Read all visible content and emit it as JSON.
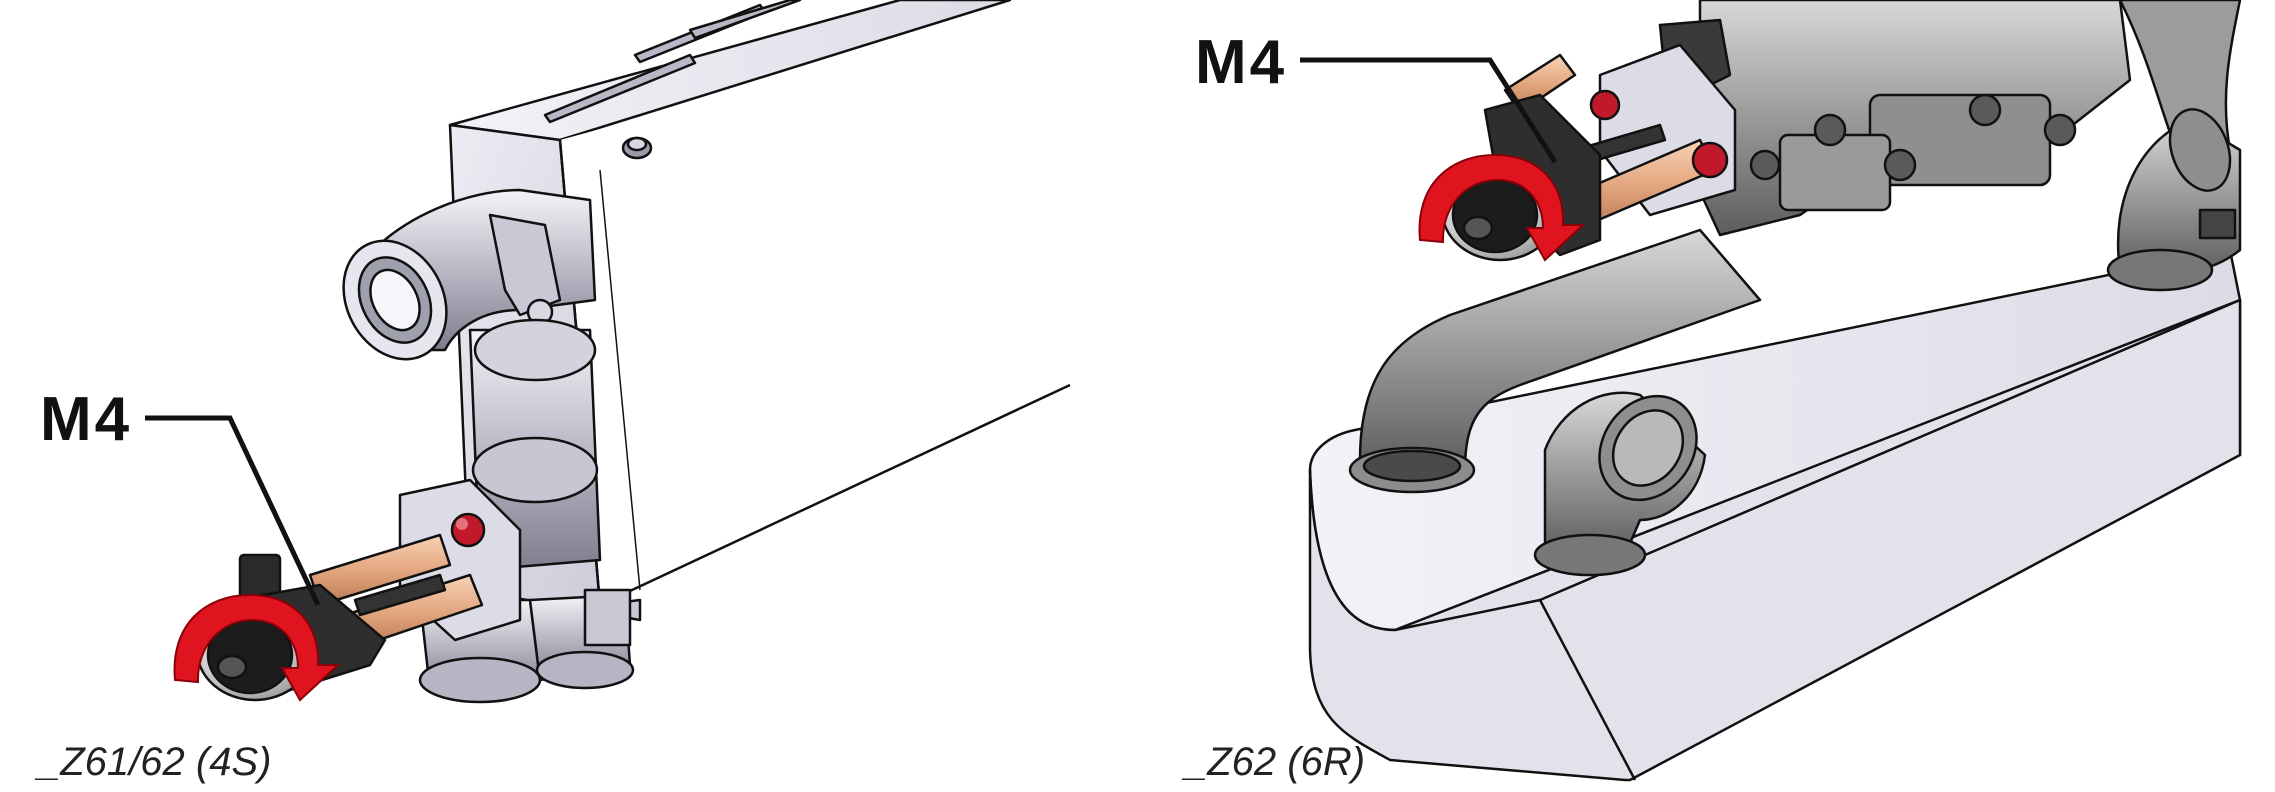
{
  "figure": {
    "left_panel": {
      "callout_label": "M4",
      "caption": "_Z61/62 (4S)"
    },
    "right_panel": {
      "callout_label": "M4",
      "caption": "_Z62 (6R)"
    }
  },
  "colors": {
    "line": "#111111",
    "metal_light": "#d9d9e3",
    "metal_dark": "#8a8a8a",
    "copper": "#e3a77f",
    "red_arrow": "#e0141e",
    "red_cap": "#c01a2a",
    "knob_dark": "#2a2a2a"
  },
  "icons": {
    "rotation_arrow": "rotation-arrow-icon",
    "motor": "stepper-motor-icon"
  }
}
